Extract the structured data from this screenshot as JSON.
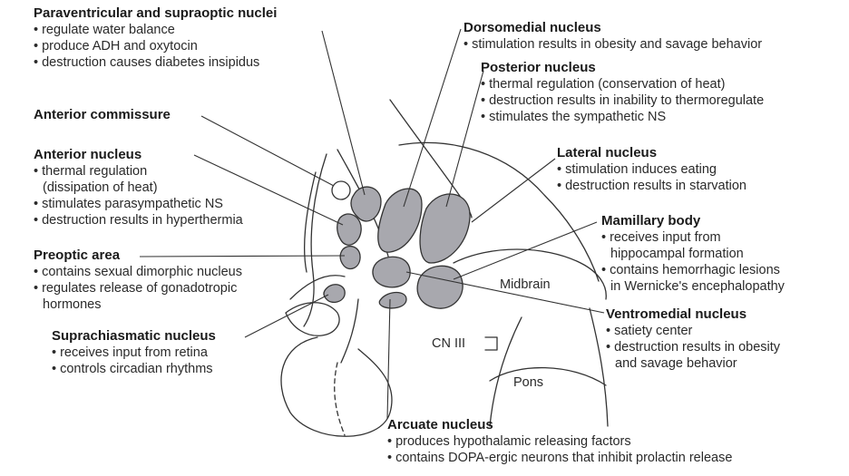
{
  "colors": {
    "ink": "#333333",
    "nucleus_fill": "#a8a8ae",
    "background": "#ffffff"
  },
  "blocks": {
    "paraventricular": {
      "title": "Paraventricular and supraoptic nuclei",
      "items": [
        "• regulate water balance",
        "• produce ADH and oxytocin",
        "• destruction causes diabetes insipidus"
      ]
    },
    "anterior_commissure": {
      "title": "Anterior commissure",
      "items": []
    },
    "anterior_nucleus": {
      "title": "Anterior nucleus",
      "items": [
        "• thermal regulation",
        "(dissipation of heat)",
        "• stimulates parasympathetic NS",
        "• destruction results in hyperthermia"
      ]
    },
    "preoptic": {
      "title": "Preoptic area",
      "items": [
        "• contains sexual dimorphic nucleus",
        "• regulates release of gonadotropic",
        "hormones"
      ]
    },
    "suprachiasmatic": {
      "title": "Suprachiasmatic nucleus",
      "items": [
        "• receives input from retina",
        "• controls circadian rhythms"
      ]
    },
    "dorsomedial": {
      "title": "Dorsomedial nucleus",
      "items": [
        "• stimulation results in obesity and savage behavior"
      ]
    },
    "posterior": {
      "title": "Posterior nucleus",
      "items": [
        "• thermal regulation (conservation of heat)",
        "• destruction results in inability to thermoregulate",
        "• stimulates the sympathetic NS"
      ]
    },
    "lateral": {
      "title": "Lateral nucleus",
      "items": [
        "• stimulation induces eating",
        "• destruction results in starvation"
      ]
    },
    "mamillary": {
      "title": "Mamillary body",
      "items": [
        "• receives input from",
        "hippocampal formation",
        "• contains hemorrhagic lesions",
        "in Wernicke's encephalopathy"
      ]
    },
    "ventromedial": {
      "title": "Ventromedial nucleus",
      "items": [
        "• satiety center",
        "• destruction results in obesity",
        "and savage behavior"
      ]
    },
    "arcuate": {
      "title": "Arcuate nucleus",
      "items": [
        "• produces hypothalamic releasing factors",
        "• contains DOPA-ergic neurons that inhibit prolactin release"
      ]
    }
  },
  "structure_labels": {
    "midbrain": "Midbrain",
    "cn3": "CN III",
    "pons": "Pons"
  }
}
